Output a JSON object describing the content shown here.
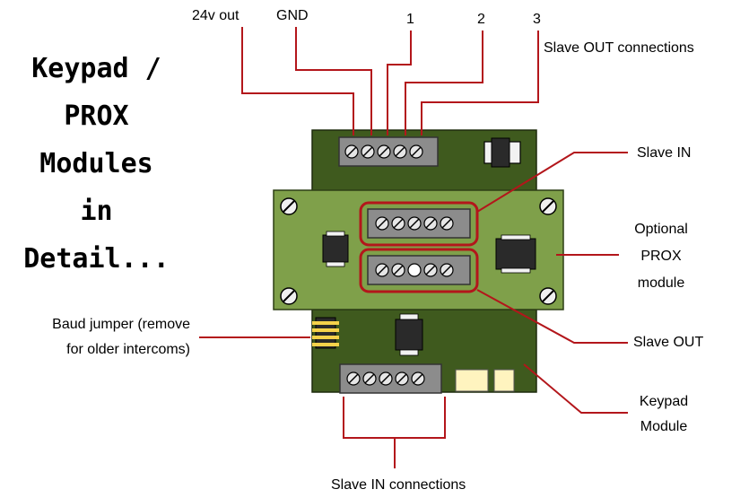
{
  "title": {
    "lines": [
      "Keypad /",
      "PROX",
      "Modules",
      "in",
      "Detail..."
    ]
  },
  "labels": {
    "out24v": "24v out",
    "gnd": "GND",
    "one": "1",
    "two": "2",
    "three": "3",
    "slave_out_connections": "Slave OUT connections",
    "slave_in": "Slave IN",
    "optional_prox_module": [
      "Optional",
      "PROX",
      "module"
    ],
    "slave_out": "Slave OUT",
    "keypad_module": [
      "Keypad",
      "Module"
    ],
    "baud_jumper": [
      "Baud jumper (remove",
      "for older intercoms)"
    ],
    "slave_in_connections": "Slave IN connections"
  },
  "colors": {
    "board_dark": "#3f5a1e",
    "board_green": "#7fa04a",
    "callout": "#b3161b",
    "terminal": "#8c8c8c",
    "component": "#2a2a2a",
    "connector": "#fff4bf"
  }
}
